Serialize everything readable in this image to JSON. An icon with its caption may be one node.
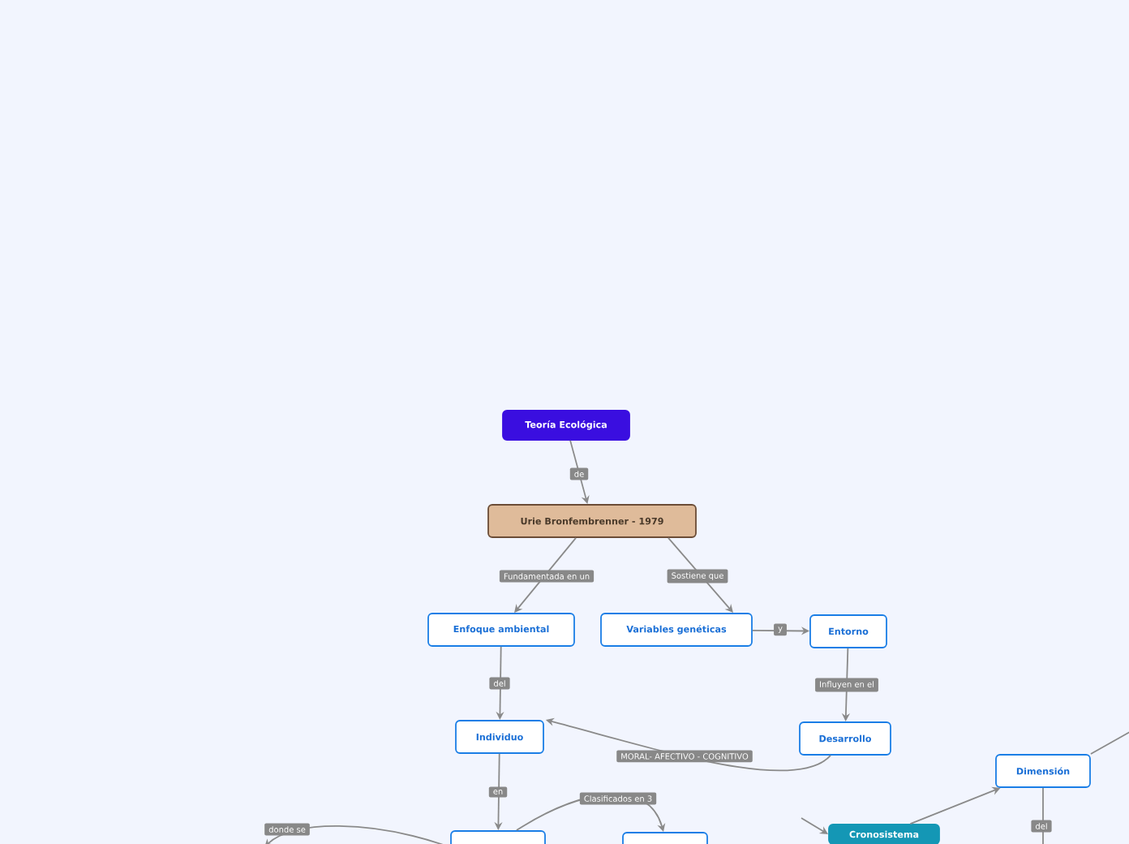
{
  "diagram": {
    "nodes": [
      {
        "text": [
          "Teoría Ecológica"
        ]
      },
      {
        "text": [
          "Urie Bronfembrenner - 1979"
        ]
      },
      {
        "text": [
          "Enfoque ambiental"
        ]
      },
      {
        "text": [
          "Variables genéticas"
        ]
      },
      {
        "text": [
          "Entorno"
        ]
      },
      {
        "text": [
          "Desarrollo"
        ]
      },
      {
        "text": [
          "Individuo"
        ]
      },
      {
        "text": [],
        "shape": "box"
      },
      {
        "text": [],
        "shape": "box"
      },
      {
        "text": [
          "Cronosistema"
        ]
      },
      {
        "text": [
          "Dimensión"
        ]
      }
    ],
    "edges": [
      {
        "from": 0,
        "to": 1,
        "arrow": "to",
        "label": "de"
      },
      {
        "from": 1,
        "to": 2,
        "arrow": "to",
        "label": "Fundamentada en un"
      },
      {
        "from": 1,
        "to": 3,
        "arrow": "to",
        "label": "Sostiene que"
      },
      {
        "from": 3,
        "to": 4,
        "arrow": "to",
        "label": "y"
      },
      {
        "from": 4,
        "to": 5,
        "arrow": "to",
        "label": "Influyen en el"
      },
      {
        "from": 2,
        "to": 6,
        "arrow": "to",
        "label": "del"
      },
      {
        "from": 5,
        "to": 6,
        "arrow": "to",
        "label": "MORAL- AFECTIVO - COGNITIVO"
      },
      {
        "from": 6,
        "to": 7,
        "arrow": "to",
        "label": "en"
      },
      {
        "from": 7,
        "to": 8,
        "arrow": "to",
        "label": "Clasificados en 3"
      },
      {
        "from": 7,
        "to": null,
        "arrow": "to",
        "label": "donde se"
      },
      {
        "from": 9,
        "to": 10,
        "arrow": "to"
      },
      {
        "from": 10,
        "to": null,
        "arrow": "none"
      },
      {
        "from": 10,
        "to": null,
        "arrow": "none",
        "label": "del"
      },
      {
        "from": null,
        "to": 9,
        "arrow": "to"
      }
    ]
  }
}
